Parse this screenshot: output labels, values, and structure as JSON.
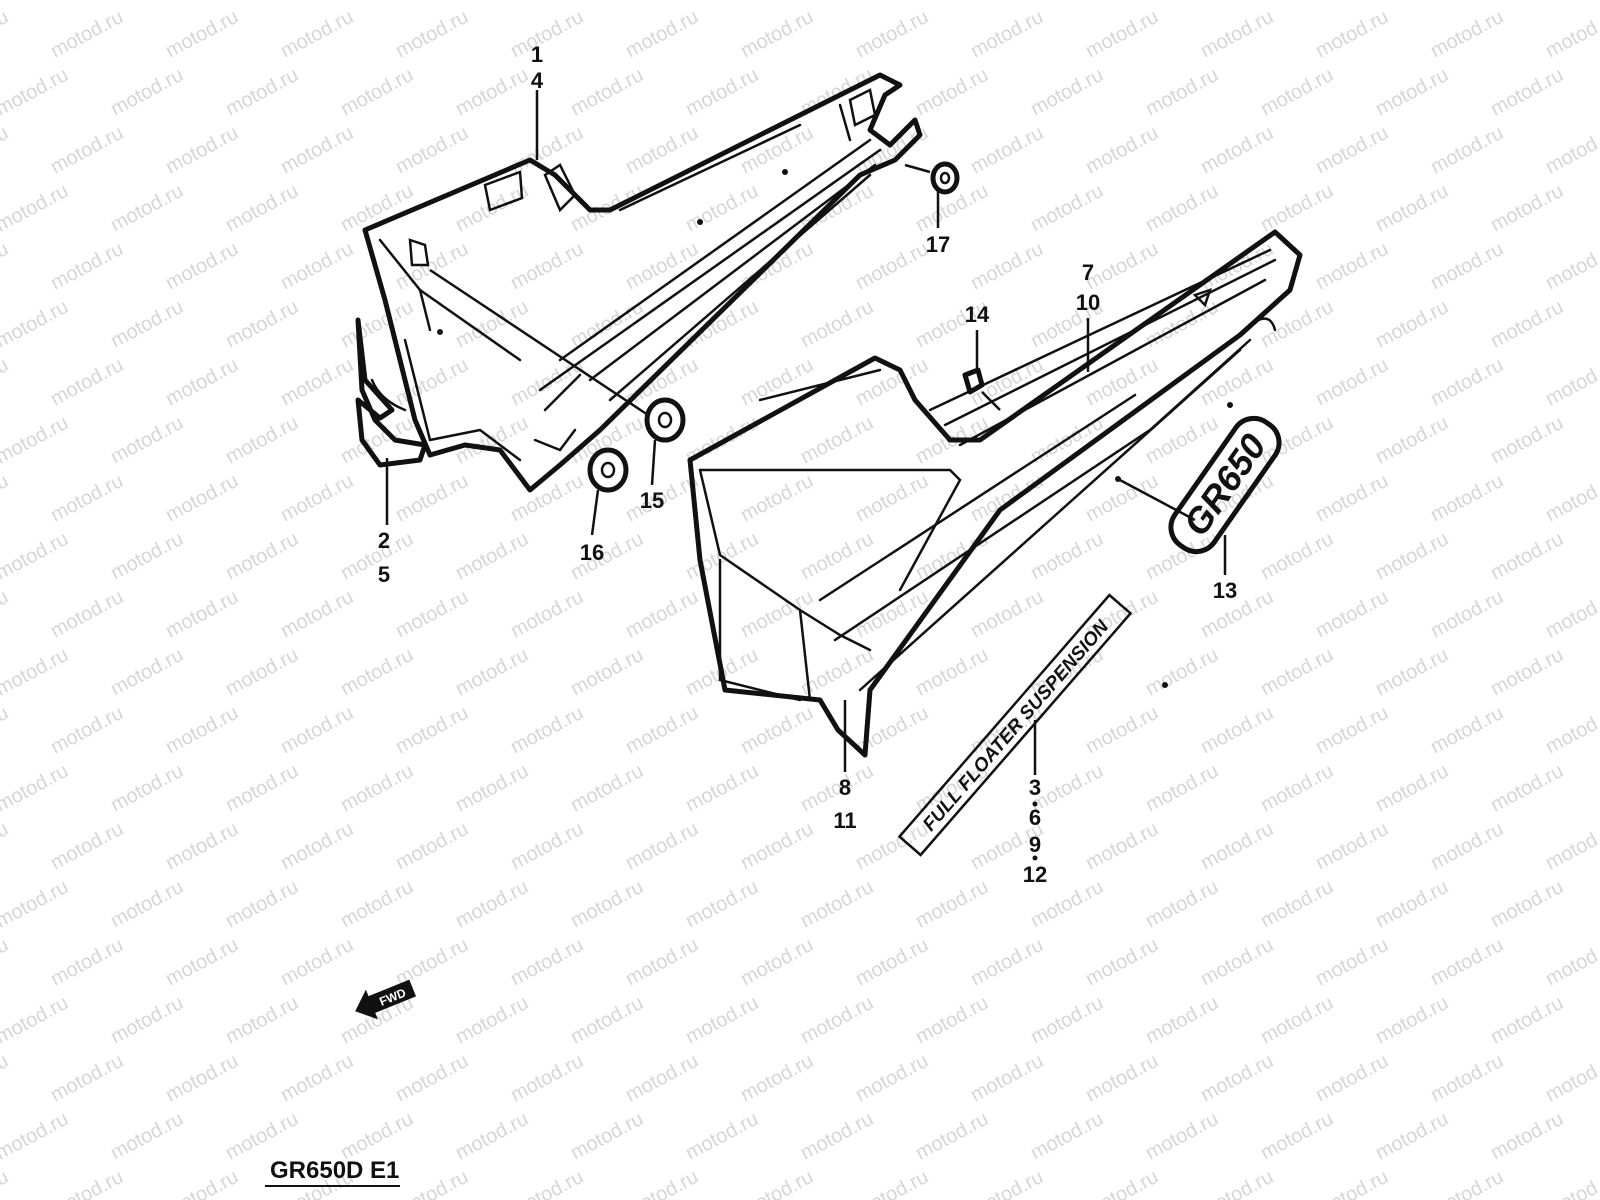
{
  "watermark": "motod.ru",
  "model_label": "GR650D E1",
  "fwd_label": "FWD",
  "decals": {
    "emblem": "GR650",
    "stripe": "FULL FLOATER SUSPENSION"
  },
  "callouts": [
    {
      "id": "c-1-4",
      "lines": [
        "1",
        "4"
      ]
    },
    {
      "id": "c-2-5",
      "lines": [
        "2",
        "5"
      ]
    },
    {
      "id": "c-17",
      "lines": [
        "17"
      ]
    },
    {
      "id": "c-15",
      "lines": [
        "15"
      ]
    },
    {
      "id": "c-16",
      "lines": [
        "16"
      ]
    },
    {
      "id": "c-7-10",
      "lines": [
        "7",
        "10"
      ]
    },
    {
      "id": "c-14",
      "lines": [
        "14"
      ]
    },
    {
      "id": "c-13",
      "lines": [
        "13"
      ]
    },
    {
      "id": "c-8-11",
      "lines": [
        "8",
        "11"
      ]
    },
    {
      "id": "c-3-6-9-12",
      "lines": [
        "3",
        "6",
        "9",
        "12"
      ]
    }
  ]
}
